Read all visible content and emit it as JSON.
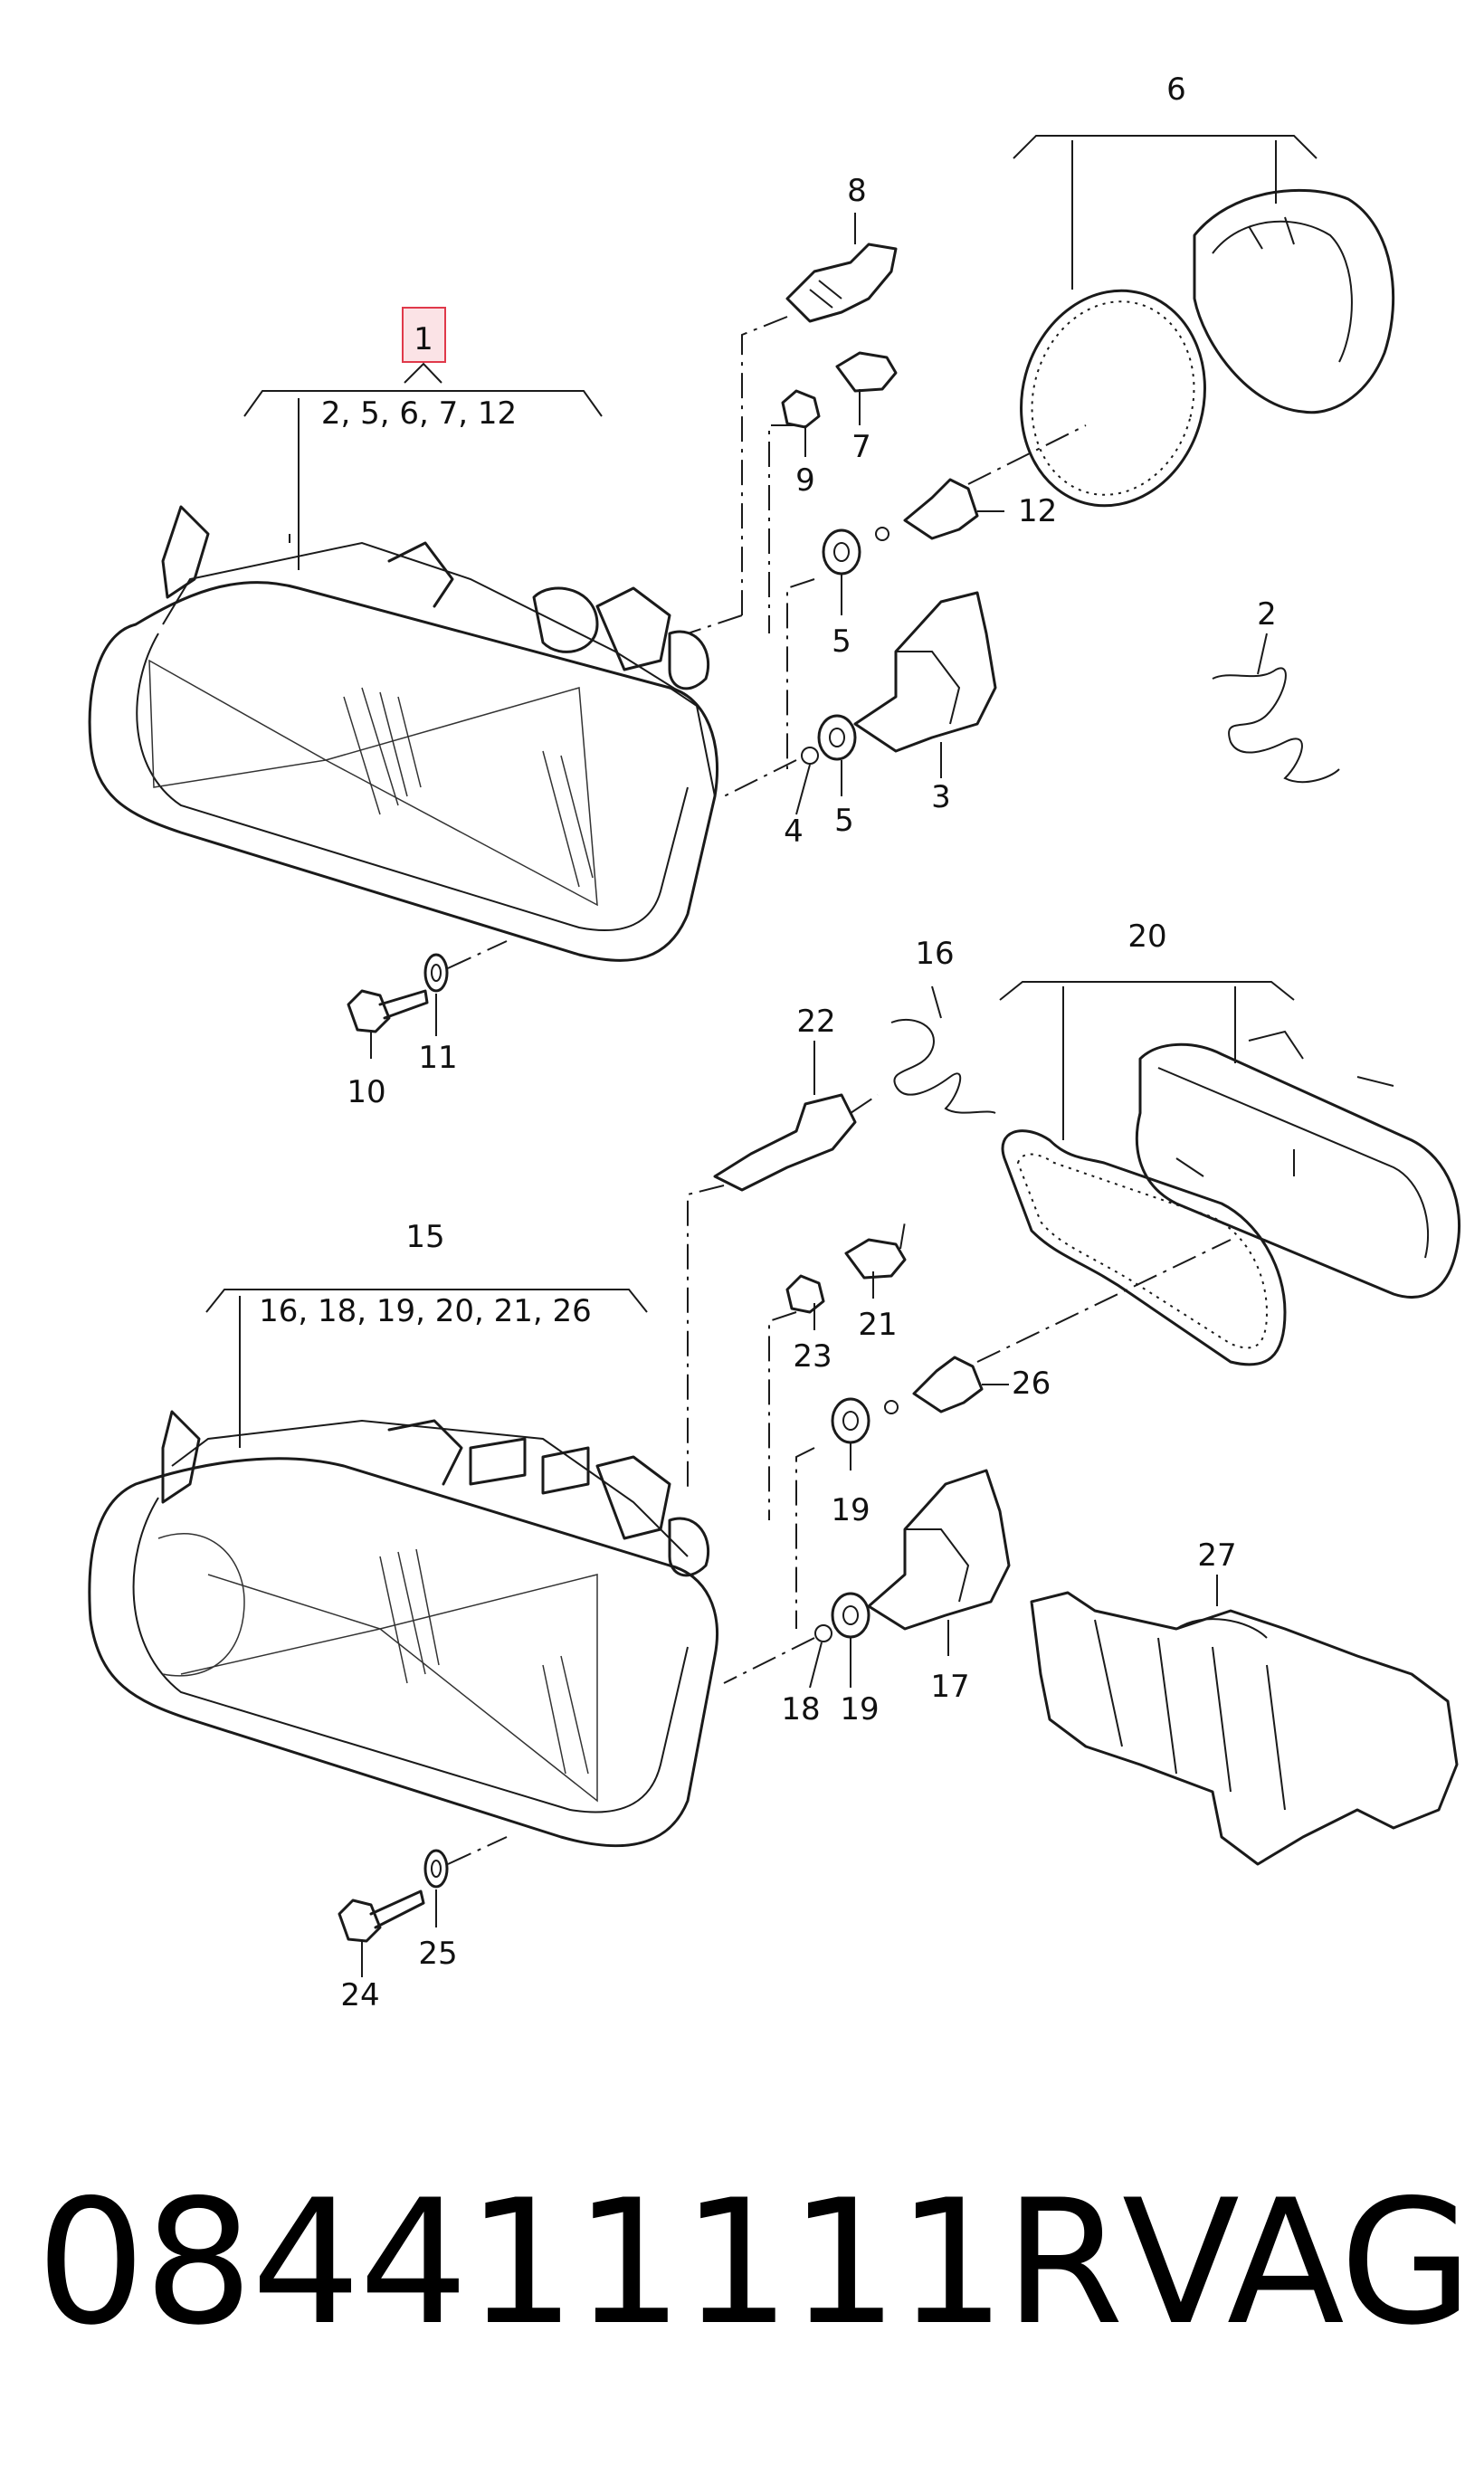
{
  "callouts": {
    "c1": "1",
    "c1_sub": "2, 5, 6, 7, 12",
    "c2": "2",
    "c3": "3",
    "c4": "4",
    "c5a": "5",
    "c5b": "5",
    "c6": "6",
    "c7": "7",
    "c8": "8",
    "c9": "9",
    "c10": "10",
    "c11": "11",
    "c12": "12",
    "c15": "15",
    "c15_sub": "16, 18, 19, 20, 21, 26",
    "c16": "16",
    "c17": "17",
    "c18": "18",
    "c19a": "19",
    "c19b": "19",
    "c20": "20",
    "c21": "21",
    "c22": "22",
    "c23": "23",
    "c24": "24",
    "c25": "25",
    "c26": "26",
    "c27": "27"
  },
  "footer": {
    "part_number": "084411111R",
    "brand": "VAG"
  },
  "colors": {
    "highlight": "#e0394a",
    "highlight_fill": "#fbe3e6",
    "line": "#1a1a1a"
  }
}
